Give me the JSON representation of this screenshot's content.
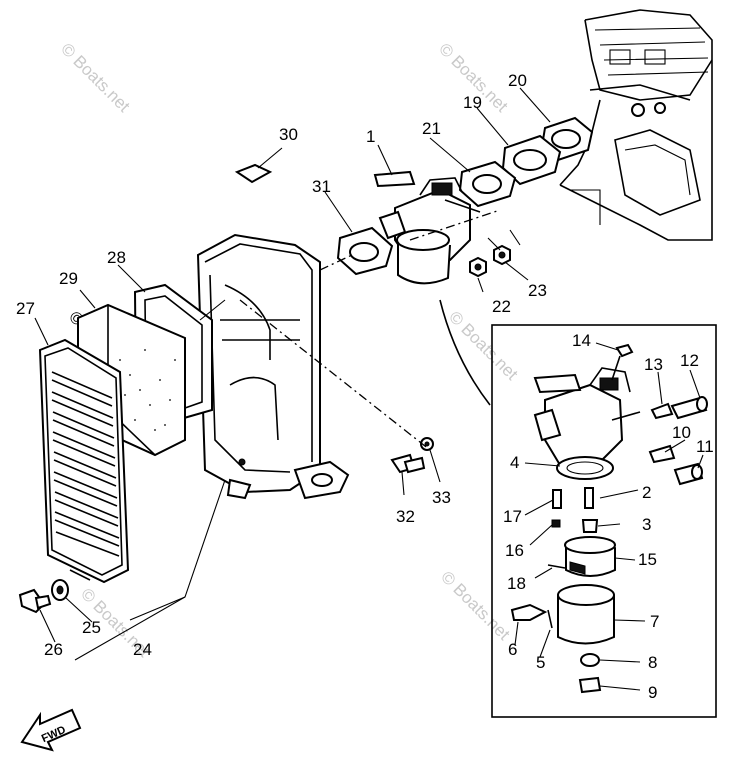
{
  "watermark": "© Boats.net",
  "fwd_label": "FWD",
  "callouts": [
    {
      "id": "c1",
      "label": "1"
    },
    {
      "id": "c2",
      "label": "2"
    },
    {
      "id": "c3",
      "label": "3"
    },
    {
      "id": "c4",
      "label": "4"
    },
    {
      "id": "c5",
      "label": "5"
    },
    {
      "id": "c6",
      "label": "6"
    },
    {
      "id": "c7",
      "label": "7"
    },
    {
      "id": "c8",
      "label": "8"
    },
    {
      "id": "c9",
      "label": "9"
    },
    {
      "id": "c10",
      "label": "10"
    },
    {
      "id": "c11",
      "label": "11"
    },
    {
      "id": "c12",
      "label": "12"
    },
    {
      "id": "c13",
      "label": "13"
    },
    {
      "id": "c14",
      "label": "14"
    },
    {
      "id": "c15",
      "label": "15"
    },
    {
      "id": "c16",
      "label": "16"
    },
    {
      "id": "c17",
      "label": "17"
    },
    {
      "id": "c18",
      "label": "18"
    },
    {
      "id": "c19",
      "label": "19"
    },
    {
      "id": "c20",
      "label": "20"
    },
    {
      "id": "c21",
      "label": "21"
    },
    {
      "id": "c22",
      "label": "22"
    },
    {
      "id": "c23",
      "label": "23"
    },
    {
      "id": "c24",
      "label": "24"
    },
    {
      "id": "c25",
      "label": "25"
    },
    {
      "id": "c26",
      "label": "26"
    },
    {
      "id": "c27",
      "label": "27"
    },
    {
      "id": "c28",
      "label": "28"
    },
    {
      "id": "c29",
      "label": "29"
    },
    {
      "id": "c30",
      "label": "30"
    },
    {
      "id": "c31",
      "label": "31"
    },
    {
      "id": "c32",
      "label": "32"
    },
    {
      "id": "c33",
      "label": "33"
    }
  ],
  "colors": {
    "ink": "#000000",
    "watermark": "#c9c9c9",
    "paper": "#ffffff"
  }
}
